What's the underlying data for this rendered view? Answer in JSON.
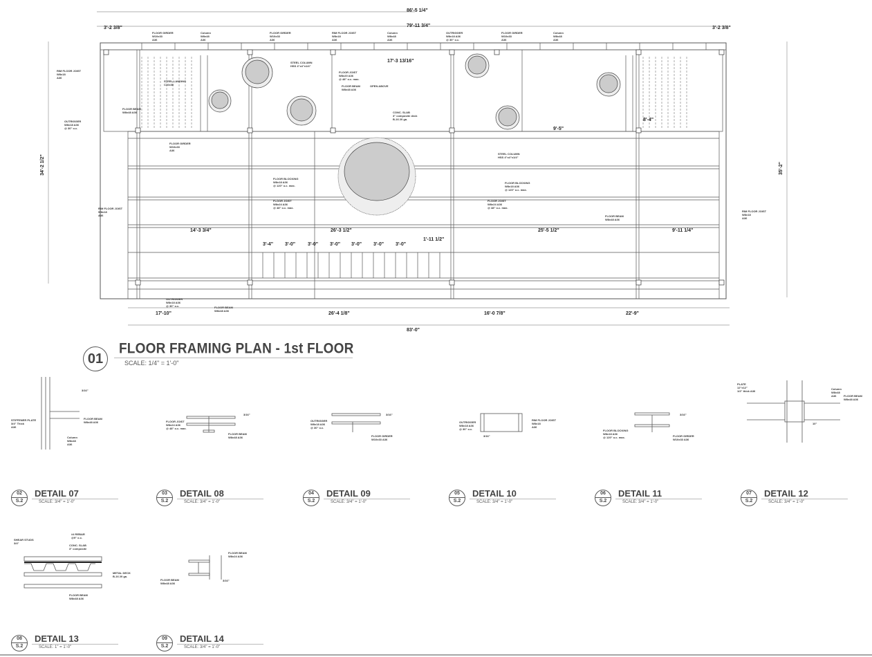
{
  "plan": {
    "number": "01",
    "title": "FLOOR FRAMING PLAN - 1st FLOOR",
    "scale": "SCALE: 1/4\" = 1'-0\"",
    "dimensions": {
      "overall_top": "86'-5 1/4\"",
      "inner_top": "79'-11 3/4\"",
      "top_left_offset": "3'-2 3/8\"",
      "top_right_offset": "3'-2 3/8\"",
      "bottom_segments": [
        "17'-10\"",
        "26'-4 1/8\"",
        "16'-0 7/8\"",
        "22'-9\""
      ],
      "bottom_overall": "83'-0\"",
      "left_vertical": "34'-2 1/2\"",
      "right_vertical": "35'-2\"",
      "interior": [
        "17'-3 13/16\"",
        "14'-3 3/4\"",
        "26'-3 1/2\"",
        "25'-5 1/2\"",
        "9'-11 1/4\"",
        "3'-4\"",
        "3'-0\"",
        "3'-0\"",
        "3'-0\"",
        "3'-0\"",
        "3'-0\"",
        "3'-0\"",
        "1'-11 1/2\"",
        "9'-5\"",
        "8'-4\""
      ]
    },
    "labels": [
      "FLOOR GIRDER\nW10x33\nA36",
      "Column\nW8x48\nA36",
      "FLOOR GIRDER\nW10x33\nA36",
      "RIM FLOOR JOIST\nW8x18\nA36",
      "Column\nW8x48\nA36",
      "OUTRIGGER\nW8x18 A36\n@ 30\" o.c.",
      "FLOOR GIRDER\nW10x33\nA36",
      "Column\nW8x48\nA36",
      "RIM FLOOR JOIST\nW8x18\nA36",
      "STEEL LANDING\nC10x30",
      "FLOOR BEAM\nW8x48 A36",
      "OUTRIGGER\nW8x18 A36\n@ 30\" o.c.",
      "STEEL COLUMN\nHSS 4\"x4\"x1/4\"",
      "FLOOR JOIST\nW8x20 A36\n@ 48\" o.c. max.",
      "OPEN ABOVE",
      "CONC. SLAB\n3\" composite deck\nB-16 20 ga.",
      "FLOOR BEAM\nW8x48 A36",
      "FLOOR BLOCKING\nW8x18 A36\n@ 120\" o.c. max.",
      "FLOOR JOIST\nW8x24 A36\n@ 48\" o.c. max.",
      "RIM FLOOR JOIST\nW8x18\nA36",
      "FLOOR BLOCKING\nW8x18 A36\n@ 120\" o.c. max.",
      "FLOOR GIRDER\nW10x33\nA36",
      "OUTRIGGER\nW8x18 A36\n@ 30\" o.c.",
      "FLOOR BEAM\nW8x48 A36",
      "STEEL COLUMN\nHSS 4\"x4\"x1/4\"",
      "FLOOR JOIST\nW8x24 A36\n@ 48\" o.c. max.",
      "FLOOR BEAM\nW8x48 A36",
      "RIM FLOOR JOIST\nW8x18\nA36"
    ]
  },
  "details": [
    {
      "number": "02",
      "sheet": "S.2",
      "title": "DETAIL 07",
      "scale": "SCALE: 3/4\" = 1'-0\"",
      "notes": [
        "STIFFENER PLATE\n3/4\" Thick\nA36",
        "FLOOR BEAM\nW8x48 A36",
        "Column\nW8x48\nA36",
        "3/16\""
      ]
    },
    {
      "number": "03",
      "sheet": "S.2",
      "title": "DETAIL 08",
      "scale": "SCALE: 3/4\" = 1'-0\"",
      "notes": [
        "FLOOR JOIST\nW8x24 A36\n@ 48\" o.c. max.",
        "FLOOR BEAM\nW8x48 A36",
        "3/16\""
      ]
    },
    {
      "number": "04",
      "sheet": "S.2",
      "title": "DETAIL 09",
      "scale": "SCALE: 3/4\" = 1'-0\"",
      "notes": [
        "OUTRIGGER\nW8x18 A36\n@ 30\" o.c.",
        "FLOOR GIRDER\nW10x33 A36",
        "3/16\""
      ]
    },
    {
      "number": "05",
      "sheet": "S.2",
      "title": "DETAIL 10",
      "scale": "SCALE: 3/4\" = 1'-0\"",
      "notes": [
        "OUTRIGGER\nW8x18 A36\n@ 30\" o.c.",
        "RIM FLOOR JOIST\nW8x18\nA36",
        "3/16\""
      ]
    },
    {
      "number": "06",
      "sheet": "S.2",
      "title": "DETAIL 11",
      "scale": "SCALE: 3/4\" = 1'-0\"",
      "notes": [
        "FLOOR BLOCKING\nW8x18 A36\n@ 120\" o.c. max.",
        "FLOOR GIRDER\nW10x33 A36",
        "3/16\""
      ]
    },
    {
      "number": "07",
      "sheet": "S.2",
      "title": "DETAIL 12",
      "scale": "SCALE: 3/4\" = 1'-0\"",
      "notes": [
        "PLATE\n12\"x12\"\n1/2\" thick A36",
        "FLOOR BEAM\nW8x48 A36",
        "Column\nW8x48\nA36",
        "10\""
      ]
    },
    {
      "number": "08",
      "sheet": "S.2",
      "title": "DETAIL 13",
      "scale": "SCALE: 1\" = 1'-0\"",
      "notes": [
        "SHEAR STUDS\n3/4\"",
        "#4 REBAR\n@9\" o.c.",
        "CONC. SLAB\n3\" composite",
        "METAL DECK\nB-16 20 ga.",
        "FLOOR BEAM\nW8x48 A36"
      ]
    },
    {
      "number": "09",
      "sheet": "S.2",
      "title": "DETAIL 14",
      "scale": "SCALE: 3/4\" = 1'-0\"",
      "notes": [
        "FLOOR BEAM\nW8x24 A36",
        "FLOOR BEAM\nW8x48 A36",
        "3/16\""
      ]
    }
  ]
}
